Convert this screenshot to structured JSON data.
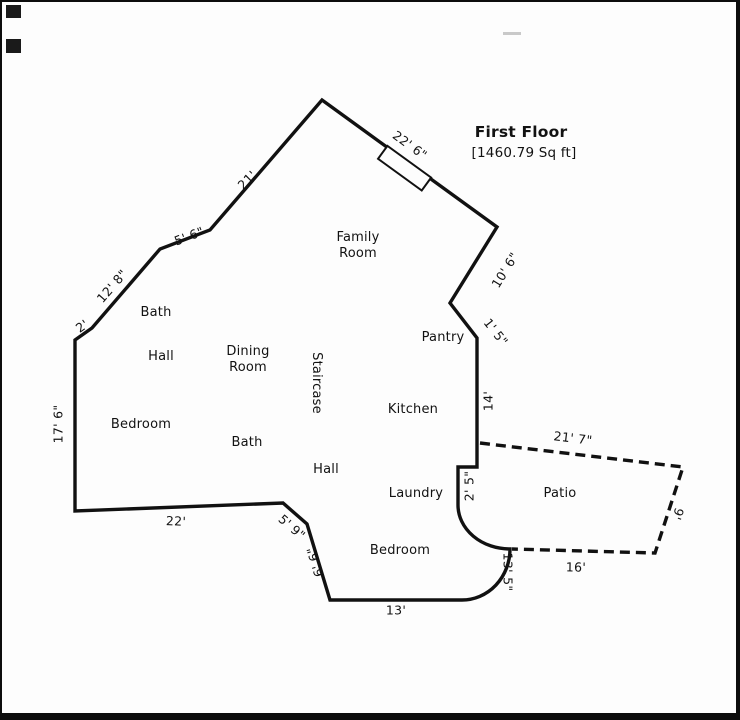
{
  "title": "First Floor",
  "area": "[1460.79 Sq ft]",
  "rooms": {
    "family": "Family\nRoom",
    "bath_upper": "Bath",
    "hall_upper": "Hall",
    "dining": "Dining\nRoom",
    "staircase": "Staircase",
    "pantry": "Pantry",
    "kitchen": "Kitchen",
    "bedroom_left": "Bedroom",
    "bath_lower": "Bath",
    "hall_lower": "Hall",
    "laundry": "Laundry",
    "patio": "Patio",
    "bedroom_bottom": "Bedroom"
  },
  "dimensions": {
    "top_right_wall": "22' 6\"",
    "top_left_wall": "21'",
    "upper_left_jog": "5' 6\"",
    "left_diagonal": "12' 8\"",
    "left_small": "2'",
    "left_wall": "17' 6\"",
    "pantry_right_upper": "10' 6\"",
    "pantry_right_lower": "1' 5\"",
    "kitchen_right": "14'",
    "patio_top": "21' 7\"",
    "laundry_right": "2' 5\"",
    "patio_right": "9'",
    "patio_bottom": "16'",
    "curved_wall": "13' 5\"",
    "bottom_wall": "13'",
    "bottom_left_diag_steep": "6' 6\"",
    "bottom_left_diag_short": "5' 9\"",
    "bottom_left_wall": "22'"
  }
}
